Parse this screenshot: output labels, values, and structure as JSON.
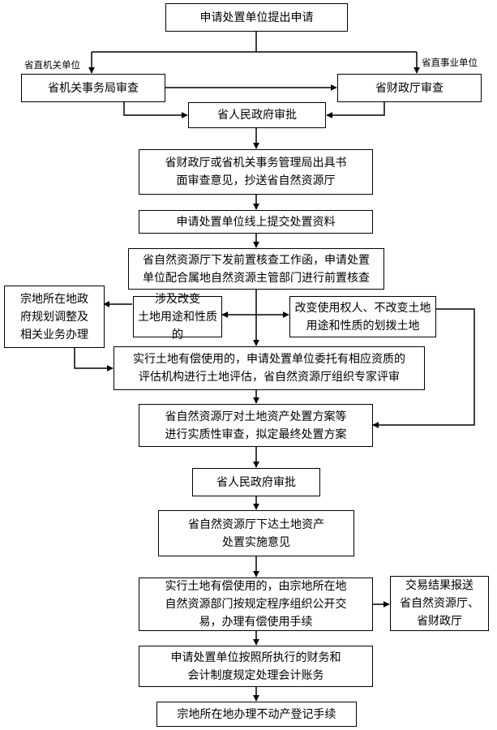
{
  "nodes": {
    "apply": "申请处置单位提出申请",
    "gov_review": "省机关事务局审查",
    "finance_review": "省财政厅审查",
    "province_approve_1": "省人民政府审批",
    "review_opinion": "省财政厅或省机关事务管理局出具书\n面审查意见，抄送省自然资源厅",
    "submit_online": "申请处置单位线上提交处置资料",
    "pre_check": "省自然资源厅下发前置核查工作函，申请处置\n单位配合属地自然资源主管部门进行前置核查",
    "local_gov": "宗地所在地政\n府规划调整及\n相关业务办理",
    "change_use": "涉及改变\n土地用途和性质的",
    "transfer_land": "改变使用权人、不改变土地\n用途和性质的划拨土地",
    "paid_evaluation": "实行土地有偿使用的，申请处置单位委托有相应资质的\n评估机构进行土地评估，省自然资源厅组织专家评审",
    "substantive_review": "省自然资源厅对土地资产处置方案等\n进行实质性审查，拟定最终处置方案",
    "province_approve_2": "省人民政府审批",
    "issue_opinion": "省自然资源厅下达土地资产\n处置实施意见",
    "public_trade": "实行土地有偿使用的，由宗地所在地\n自然资源部门按规定程序组织公开交\n易，办理有偿使用手续",
    "report_result": "交易结果报送\n省自然资源厅、\n省财政厅",
    "accounting": "申请处置单位按照所执行的财务和\n会计制度规定处理会计账务",
    "registration": "宗地所在地办理不动产登记手续"
  },
  "labels": {
    "direct_agency": "省直机关单位",
    "direct_institution": "省直事业单位"
  },
  "colors": {
    "line": "#000000",
    "box_fill": "#ffffff"
  }
}
